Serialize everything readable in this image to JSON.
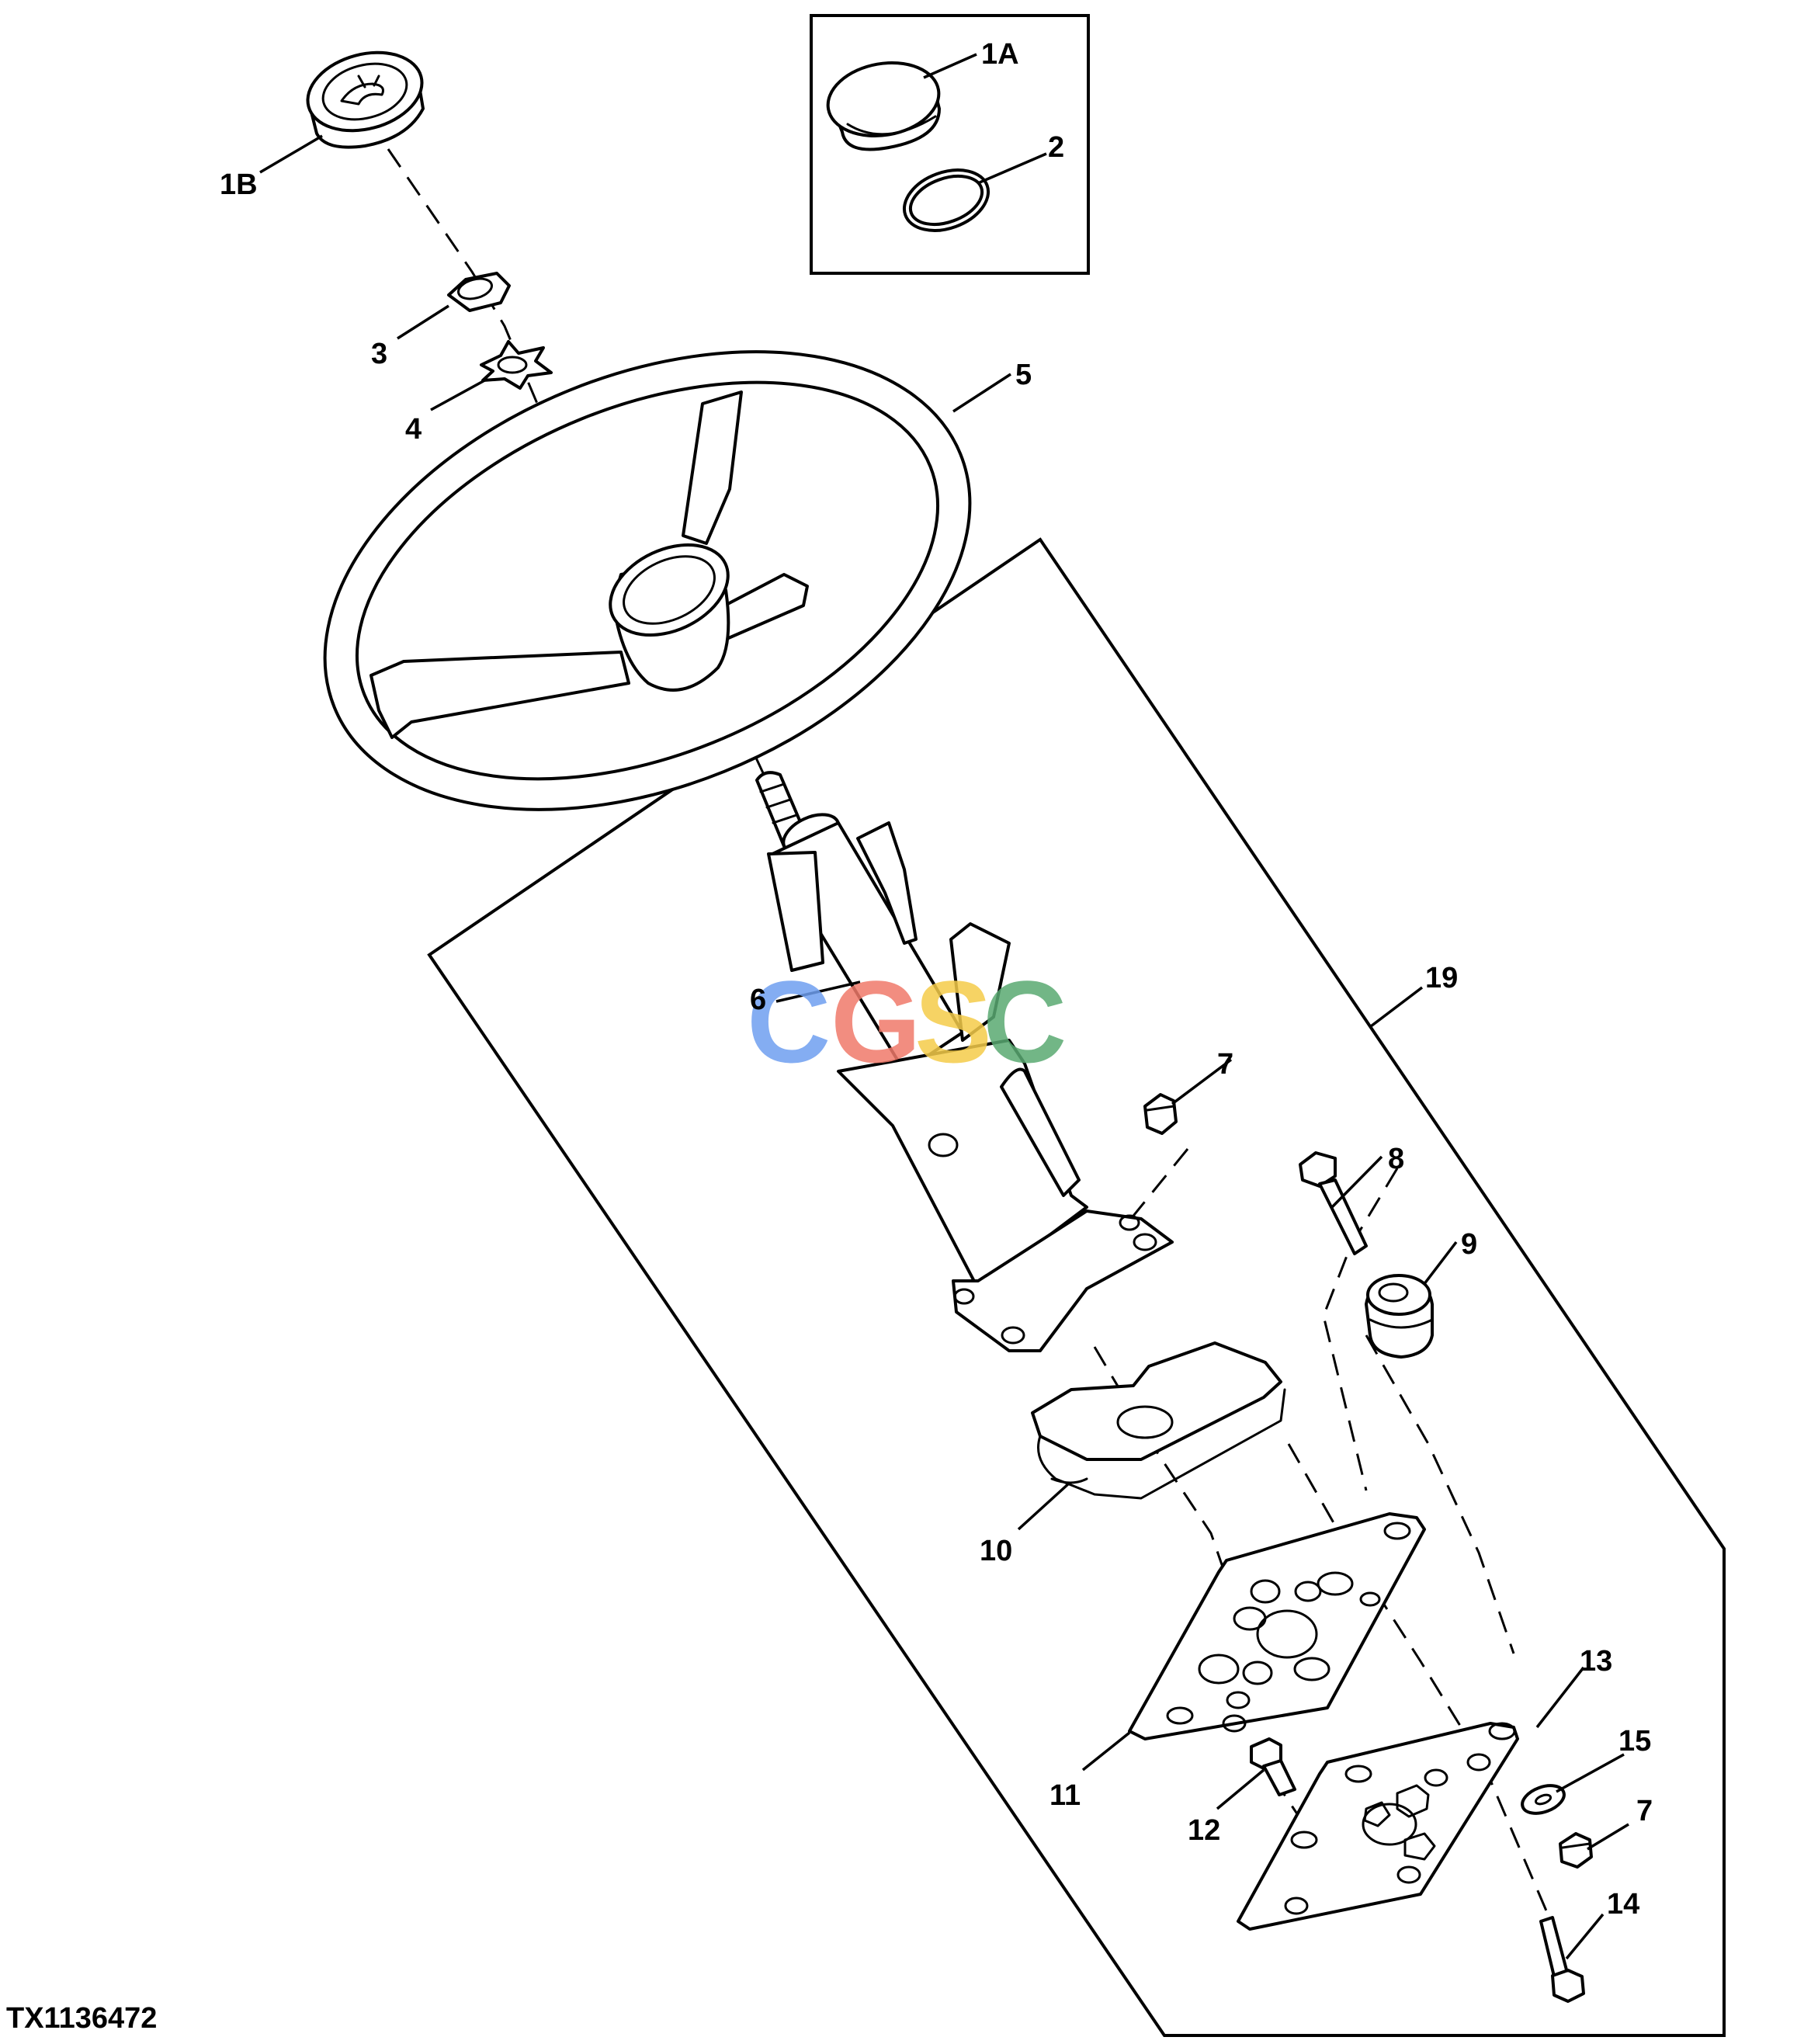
{
  "diagram": {
    "reference_code": "TX1136472",
    "callouts": [
      "1A",
      "1B",
      "2",
      "3",
      "4",
      "5",
      "6",
      "7",
      "7",
      "8",
      "9",
      "10",
      "11",
      "12",
      "13",
      "14",
      "15",
      "19"
    ],
    "watermark": {
      "letters": [
        "C",
        "G",
        "S",
        "C"
      ],
      "colors": [
        "#6f9ff0",
        "#f07a6a",
        "#f5cc4a",
        "#5aaa72"
      ]
    }
  }
}
